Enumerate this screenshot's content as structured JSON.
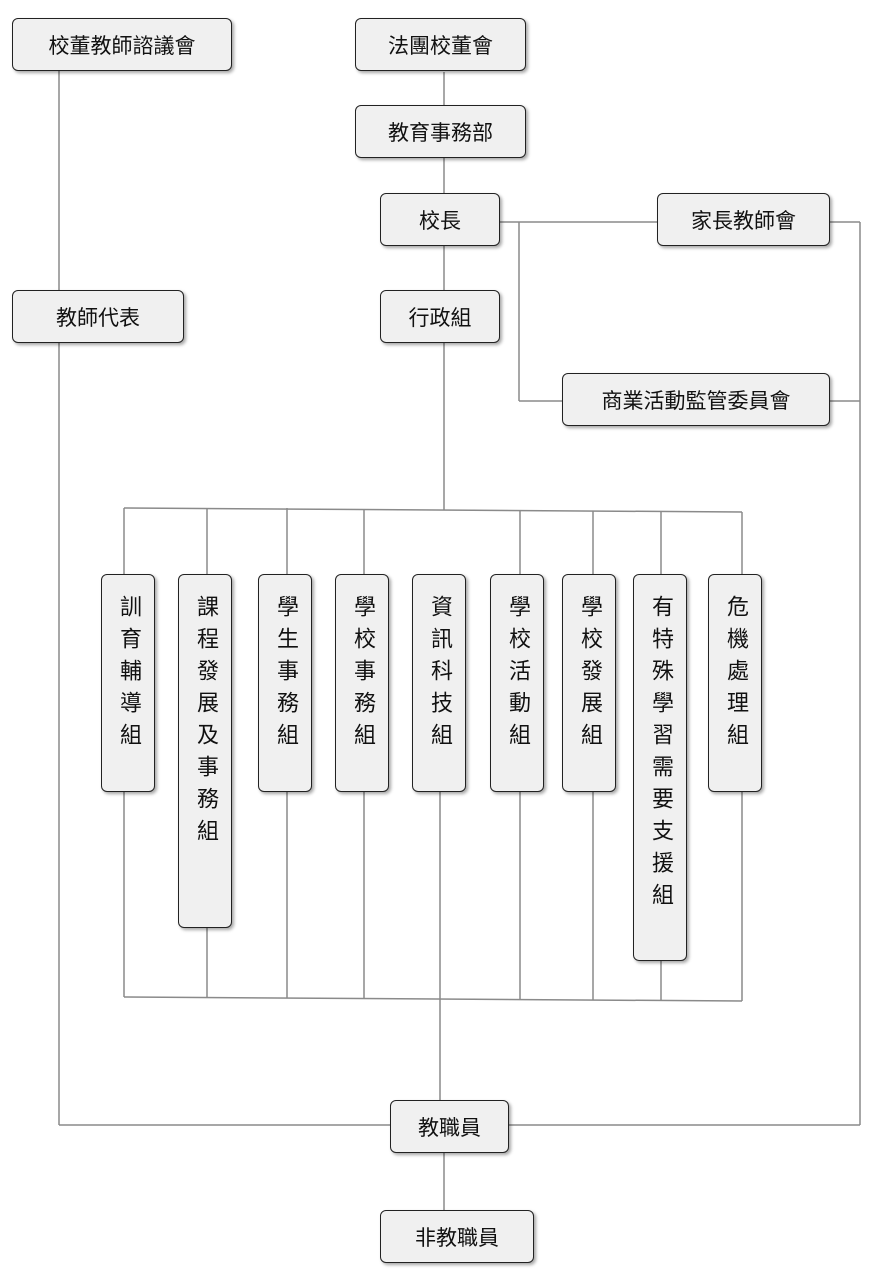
{
  "boxes": {
    "staff_council": "校董教師諮議會",
    "incorporated_board": "法團校董會",
    "edb": "教育事務部",
    "principal": "校長",
    "pta": "家長教師會",
    "teacher_rep": "教師代表",
    "admin": "行政組",
    "commercial_committee": "商業活動監管委員會",
    "teaching_staff": "教職員",
    "non_teaching_staff": "非教職員"
  },
  "groups": [
    "訓育輔導組",
    "課程發展及事務組",
    "學生事務組",
    "學校事務組",
    "資訊科技組",
    "學校活動組",
    "學校發展組",
    "有特殊學習需要支援組",
    "危機處理組"
  ]
}
